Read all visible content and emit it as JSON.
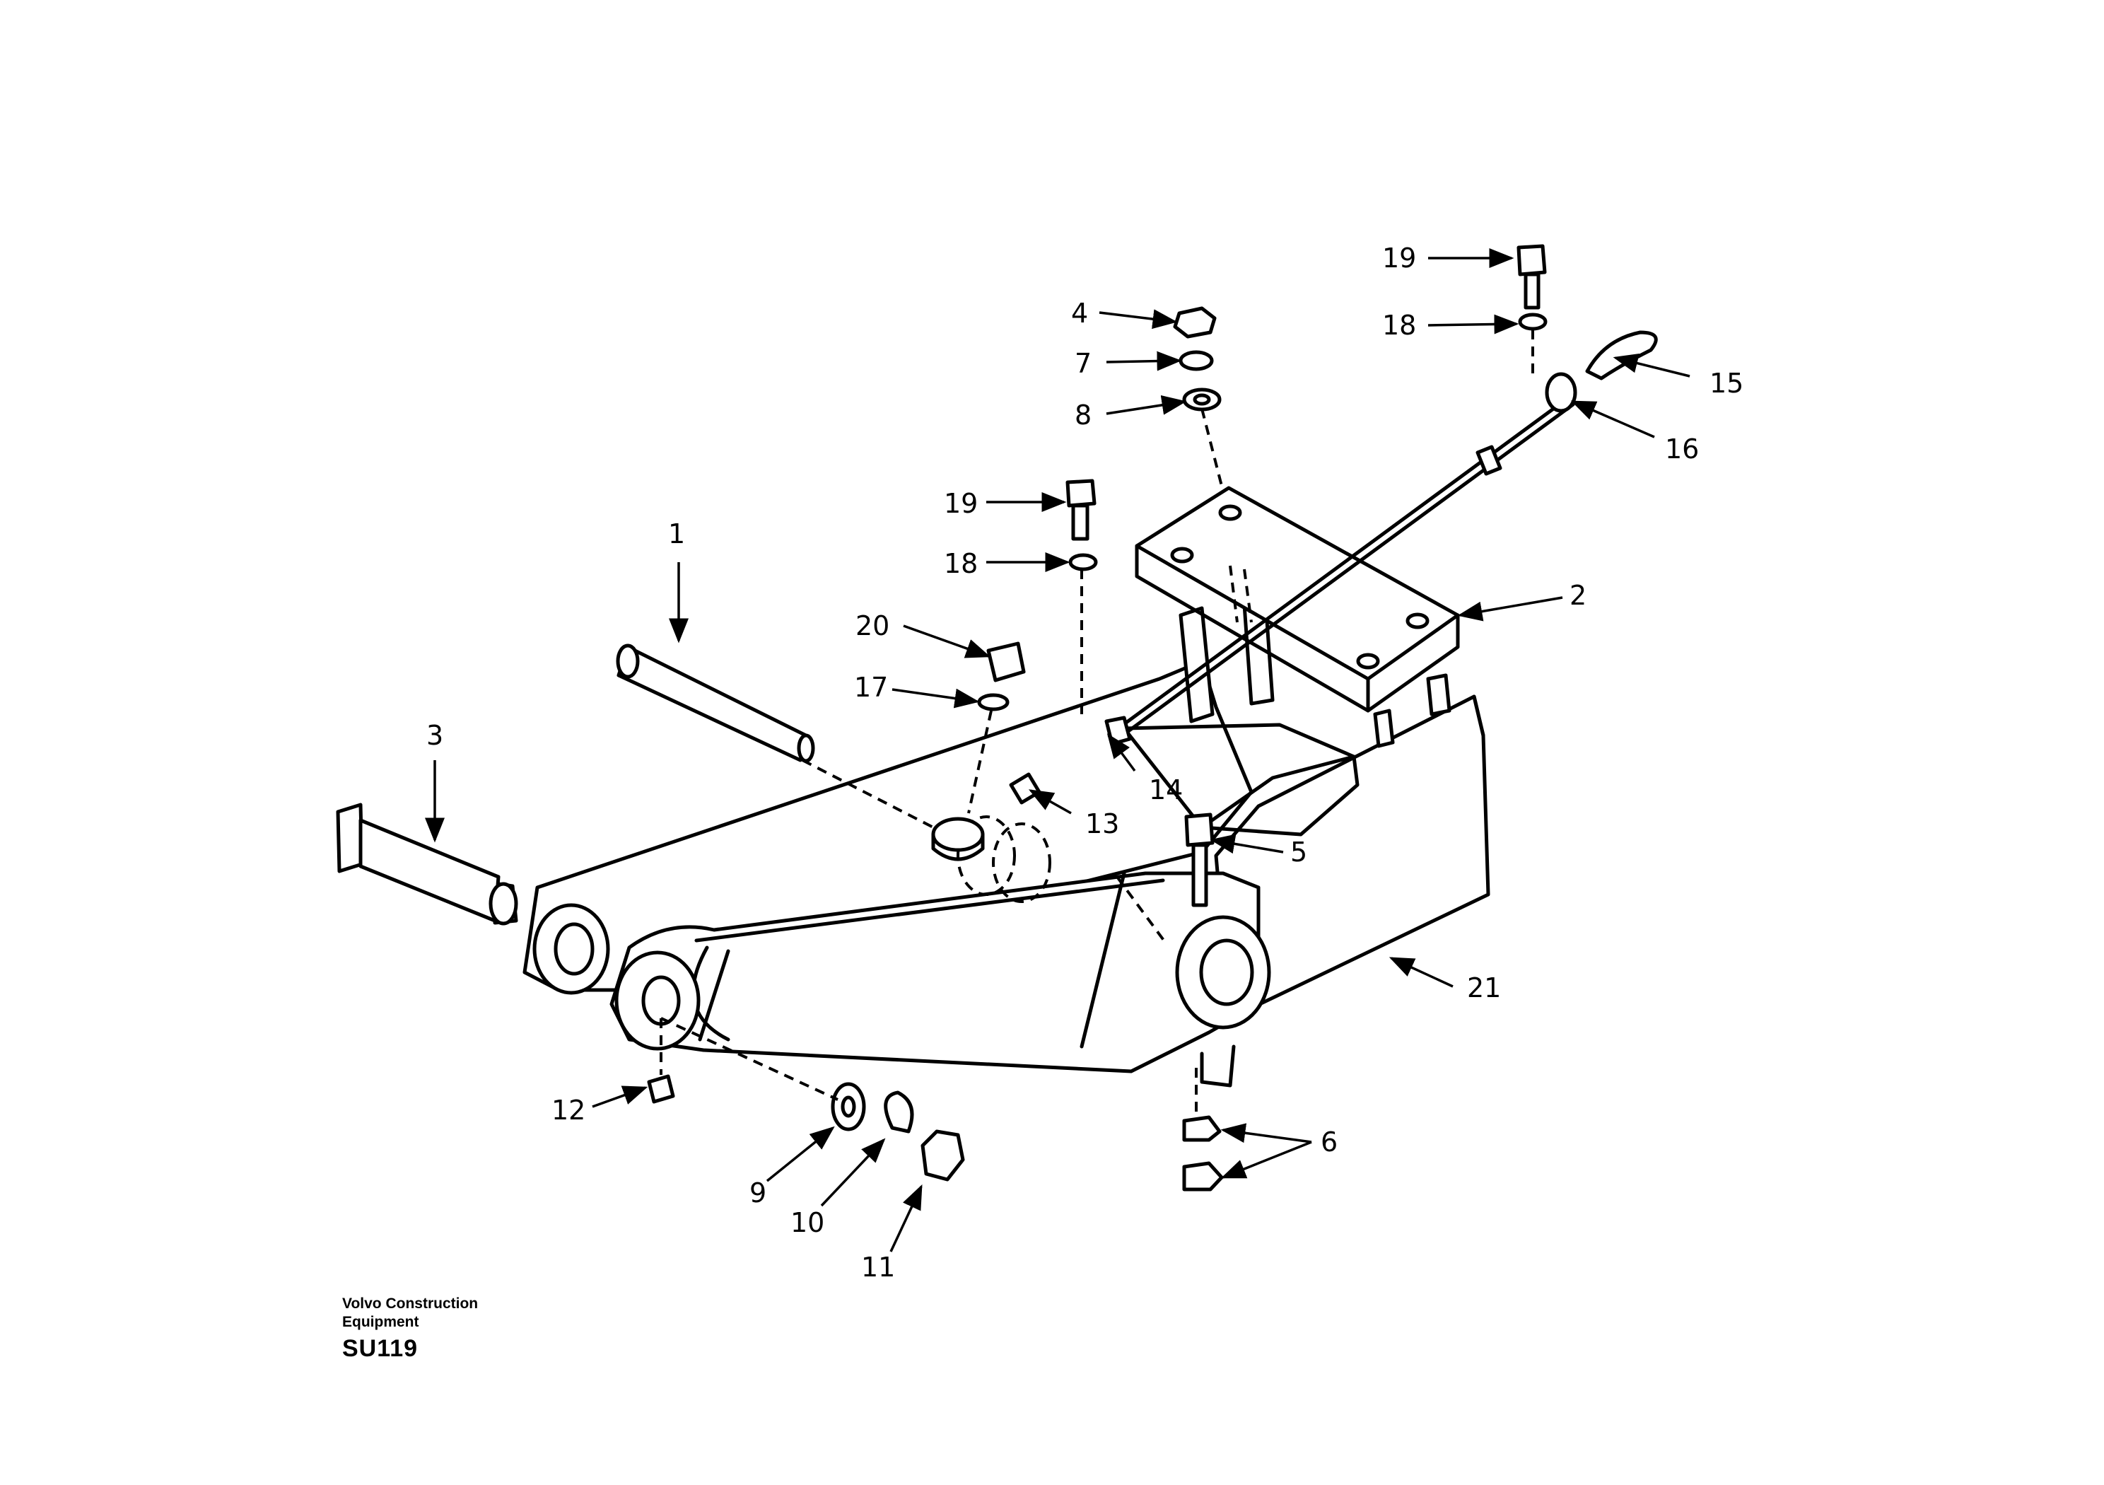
{
  "footer": {
    "company_line1": "Volvo Construction",
    "company_line2": "Equipment",
    "drawing_code": "SU119"
  },
  "callouts": {
    "c1": "1",
    "c2": "2",
    "c3": "3",
    "c4": "4",
    "c5": "5",
    "c6": "6",
    "c7": "7",
    "c8": "8",
    "c9": "9",
    "c10": "10",
    "c11": "11",
    "c12": "12",
    "c13": "13",
    "c14": "14",
    "c15": "15",
    "c16": "16",
    "c17": "17",
    "c18_top": "18",
    "c18_mid": "18",
    "c19_top": "19",
    "c19_mid": "19",
    "c20": "20",
    "c21": "21"
  }
}
